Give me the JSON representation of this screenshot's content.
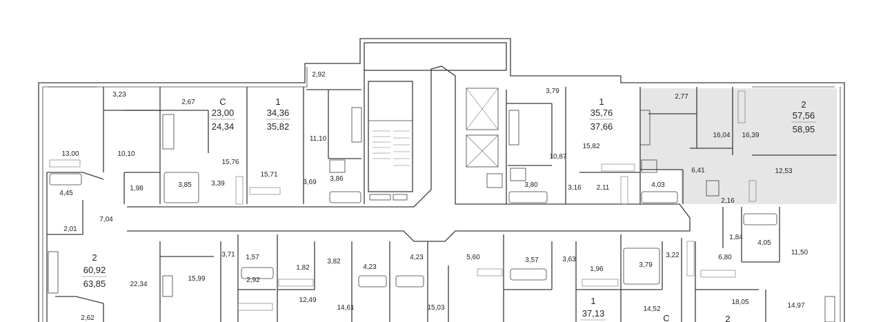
{
  "apartments": [
    {
      "id": "apt-c-top",
      "rooms": "C",
      "area_living": "23,00",
      "area_total": "24,34"
    },
    {
      "id": "apt-1-top-a",
      "rooms": "1",
      "area_living": "34,36",
      "area_total": "35,82"
    },
    {
      "id": "apt-1-top-b",
      "rooms": "1",
      "area_living": "35,76",
      "area_total": "37,66"
    },
    {
      "id": "apt-2-top",
      "rooms": "2",
      "area_living": "57,56",
      "area_total": "58,95"
    },
    {
      "id": "apt-2-left",
      "rooms": "2",
      "area_living": "60,92",
      "area_total": "63,85"
    },
    {
      "id": "apt-1-bottom",
      "rooms": "1",
      "area_living": "37,13",
      "area_total": ""
    },
    {
      "id": "apt-c-bottom",
      "rooms": "C",
      "area_living": "",
      "area_total": ""
    },
    {
      "id": "apt-2-bottom",
      "rooms": "2",
      "area_living": "",
      "area_total": ""
    }
  ],
  "room_areas": {
    "r1": "3,23",
    "r2": "2,67",
    "r3": "2,92",
    "r4": "13,00",
    "r5": "10,10",
    "r6": "15,76",
    "r7": "11,10",
    "r8": "15,71",
    "r9": "4,45",
    "r10": "1,98",
    "r11": "3,85",
    "r12": "3,39",
    "r13": "3,69",
    "r14": "3,86",
    "r15": "7,04",
    "r16": "2,01",
    "r17": "3,79",
    "r18": "15,82",
    "r19": "10,87",
    "r20": "3,80",
    "r21": "3,16",
    "r22": "2,11",
    "r23": "2,77",
    "r24": "16,04",
    "r25": "16,39",
    "r26": "6,41",
    "r27": "12,53",
    "r28": "4,03",
    "r29": "2,16",
    "r30": "3,71",
    "r31": "1,57",
    "r32": "2,92",
    "r33": "15,99",
    "r34": "22,34",
    "r35": "1,82",
    "r36": "3,82",
    "r37": "4,23",
    "r38": "4,23",
    "r39": "12,49",
    "r40": "14,61",
    "r41": "15,03",
    "r42": "5,60",
    "r43": "3,57",
    "r44": "3,63",
    "r45": "1,96",
    "r46": "3,79",
    "r47": "3,22",
    "r48": "14,52",
    "r49": "1,84",
    "r50": "4,05",
    "r51": "6,80",
    "r52": "11,50",
    "r53": "18,05",
    "r54": "14,97",
    "r55": "2,62"
  }
}
